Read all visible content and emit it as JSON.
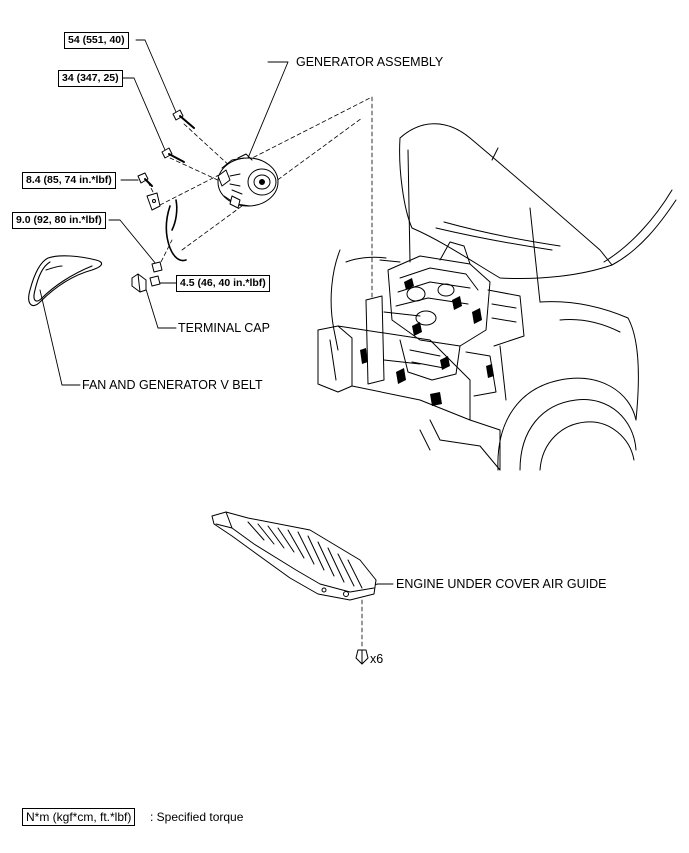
{
  "torque_labels": {
    "t54": "54 (551, 40)",
    "t34": "34 (347, 25)",
    "t84": "8.4 (85, 74 in.*lbf)",
    "t90": "9.0 (92, 80 in.*lbf)",
    "t45": "4.5 (46, 40 in.*lbf)"
  },
  "callouts": {
    "generator_assembly": "GENERATOR ASSEMBLY",
    "terminal_cap": "TERMINAL CAP",
    "fan_belt": "FAN AND GENERATOR V BELT",
    "under_cover": "ENGINE UNDER COVER AIR GUIDE",
    "quantity": "x6"
  },
  "legend": {
    "box_text": "N*m (kgf*cm, ft.*lbf)",
    "description": ": Specified torque"
  }
}
